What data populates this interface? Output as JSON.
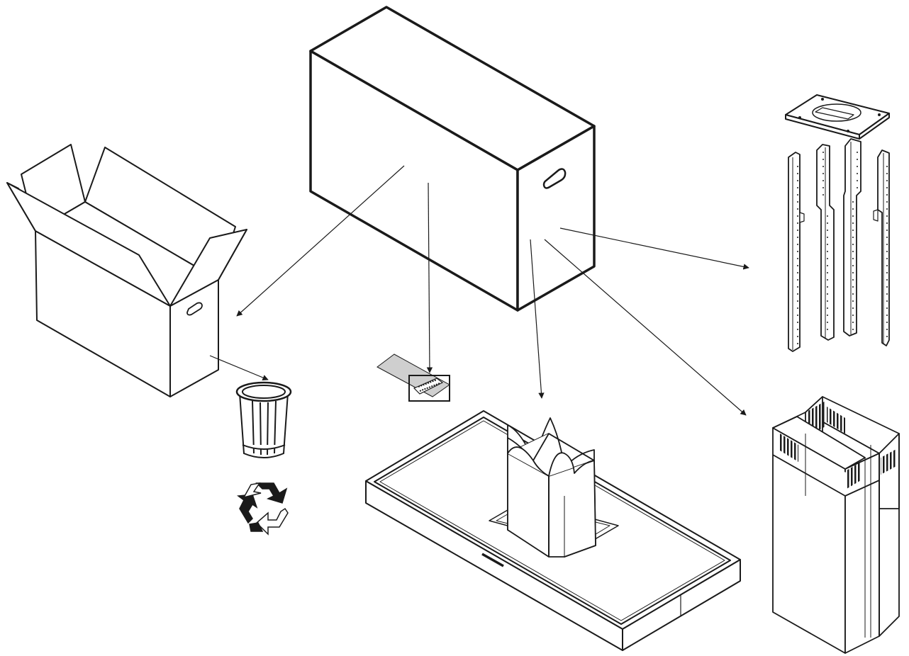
{
  "diagram": {
    "background_color": "#ffffff",
    "line_color": "#1a1a1a",
    "panel_fill_color": "#e6e6e6",
    "components": [
      {
        "id": "shipping-box-closed",
        "icon": "closed-shipping-box"
      },
      {
        "id": "shipping-box-open",
        "icon": "open-cardboard-box"
      },
      {
        "id": "trash-can",
        "icon": "trash-can-icon"
      },
      {
        "id": "recycle-symbol",
        "icon": "recycle-icon"
      },
      {
        "id": "parts-bag",
        "icon": "hardware-bag"
      },
      {
        "id": "hood-body",
        "icon": "range-hood-canopy"
      },
      {
        "id": "mounting-frame",
        "icon": "support-frame-kit"
      },
      {
        "id": "chimney-covers",
        "icon": "duct-cover-set"
      }
    ],
    "arrows": [
      {
        "from": "shipping-box-closed",
        "to": "shipping-box-open"
      },
      {
        "from": "shipping-box-closed",
        "to": "parts-bag"
      },
      {
        "from": "shipping-box-closed",
        "to": "hood-body"
      },
      {
        "from": "shipping-box-closed",
        "to": "chimney-covers"
      },
      {
        "from": "shipping-box-closed",
        "to": "mounting-frame"
      },
      {
        "from": "shipping-box-open",
        "to": "trash-can"
      }
    ]
  }
}
